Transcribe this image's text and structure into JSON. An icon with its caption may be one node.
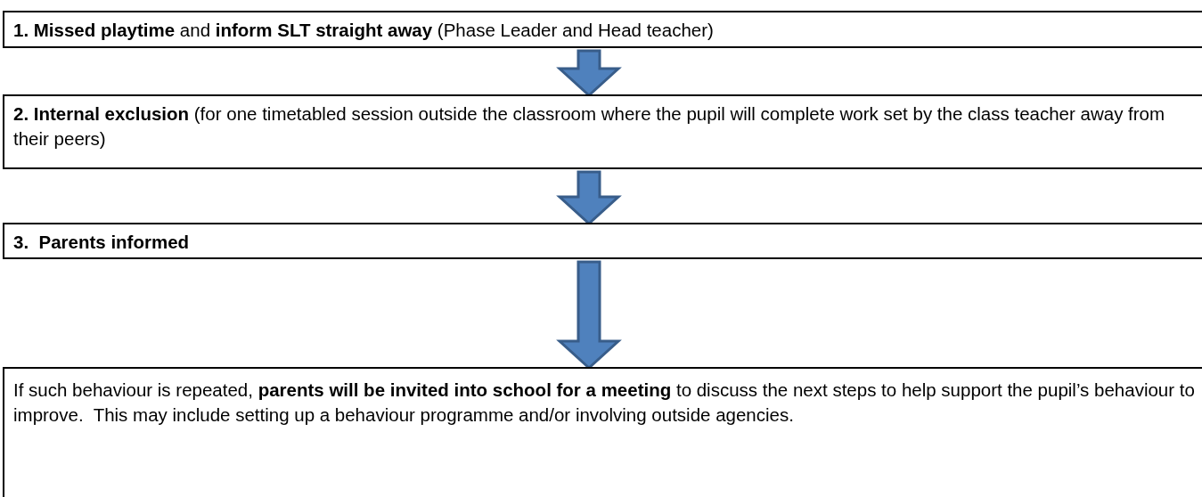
{
  "diagram": {
    "nodes": [
      {
        "text": [
          "**1. Missed playtime** and **inform SLT straight away** (Phase Leader and Head teacher)"
        ]
      },
      {
        "text": [
          "**2. Internal exclusion** (for one timetabled session outside the classroom where the pupil will complete work set by the class teacher away from their peers)"
        ]
      },
      {
        "text": [
          "3.  Parents informed"
        ]
      },
      {
        "text": [
          "If such behaviour is repeated, **parents will be invited into school for a meeting** to discuss the next steps to help support the pupil’s behaviour to improve.  This may include setting up a behaviour programme and/or involving outside agencies."
        ]
      }
    ],
    "edges": [
      {
        "from": 0,
        "to": 1,
        "arrow": "to"
      },
      {
        "from": 1,
        "to": 2,
        "arrow": "to"
      },
      {
        "from": 2,
        "to": 3,
        "arrow": "to"
      }
    ]
  }
}
